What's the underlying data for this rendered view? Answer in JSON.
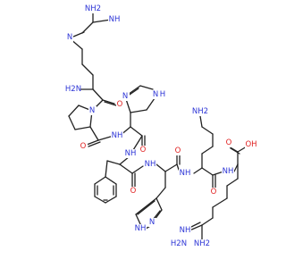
{
  "colors": {
    "N": "#2c34d6",
    "O": "#e02020",
    "C": "#222222",
    "background": "#ffffff"
  },
  "atom_labels": {
    "nh2_guan_top": "NH2",
    "nh_guan_top": "NH",
    "n_guan_top": "N",
    "h2n_arg1": "H2N",
    "n_pro": "N",
    "o_pro_amide": "O",
    "o_arg1_amide": "O",
    "nh_his1_ring": "N",
    "nh_his1_ring_h": "H",
    "n_his1_ring": "N",
    "nh_pro_his": "NH",
    "o_his1_amide": "O",
    "nh_his_phe": "NH",
    "o_phe_amide": "O",
    "nh_phe_his2": "NH",
    "o_his2_amide": "O",
    "n_his2_ring": "N",
    "nh_his2_ring": "NH",
    "nh2_lys": "NH2",
    "nh_his2_lys": "NH",
    "o_lys_amide": "O",
    "nh_lys_arg2": "NH",
    "o_acid": "O",
    "oh_acid": "OH",
    "nh_guan_bot": "NH",
    "nh2_guan_bot": "NH2",
    "h2n_guan_bot": "H2N"
  }
}
